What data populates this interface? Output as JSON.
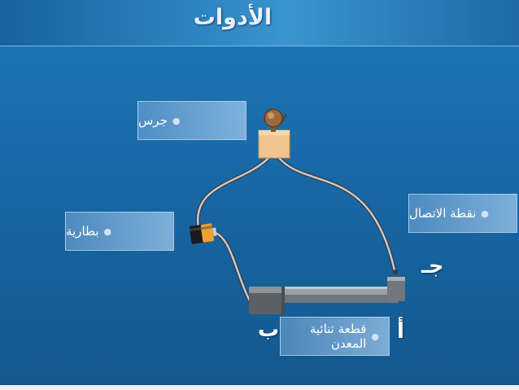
{
  "slide": {
    "title": "الأدوات"
  },
  "labels": {
    "bell": "جرس",
    "battery": "بطارية",
    "contact_point": "نقطة الاتصال",
    "bimetal_strip": "قطعة ثنائية المعدن"
  },
  "letters": {
    "a": "أ",
    "b": "ب",
    "c": "جـ"
  },
  "colors": {
    "background": "#1868a6",
    "title_bar": "#2f86c2",
    "label_box": "#8cb9de",
    "wire": "#c8ccd0",
    "bell_base": "#f0c48e"
  },
  "icons": {
    "bell": "bell-icon",
    "battery": "battery-icon",
    "strip": "bimetal-strip-icon"
  }
}
